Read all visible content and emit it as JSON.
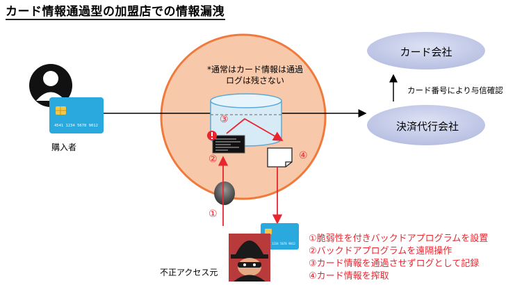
{
  "title": "カード情報通過型の加盟店での情報漏洩",
  "note_lines": [
    "*通常はカード情報は通過",
    "ログは残さない"
  ],
  "buyer_label": "購入者",
  "attacker_label": "不正アクセス元",
  "card_company_label": "カード会社",
  "payment_agent_label": "決済代行会社",
  "approval_note": "カード番号により与信確認",
  "card_number": "4541  1234  5678  9012",
  "card_number_small": "4541  1234  5678  9012",
  "steps": {
    "s1": "①",
    "s2": "②",
    "s3": "③",
    "s4": "④"
  },
  "legend": [
    "①脆弱性を付きバックドアプログラムを設置",
    "②バックドアプログラムを遠隔操作",
    "③カード情報を通過させずログとして記録",
    "④カード情報を搾取"
  ],
  "colors": {
    "merchant_circle_fill": "#f7c8a9",
    "merchant_circle_stroke": "#f07a3c",
    "ellipse_fill": "#c4cbe8",
    "card_fill": "#2aa9df",
    "arrow_red": "#e8262f",
    "database_fill": "#d6ebf6"
  }
}
